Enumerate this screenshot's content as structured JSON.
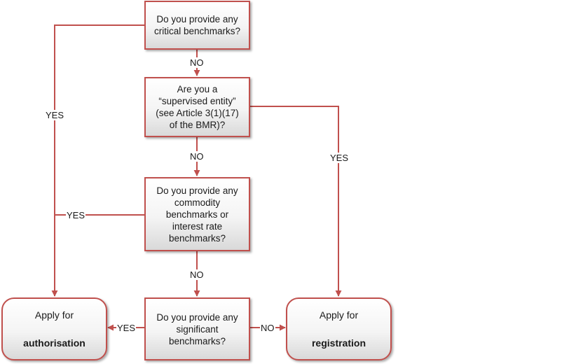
{
  "nodes": {
    "q_critical": "Do you provide any\ncritical benchmarks?",
    "q_supervised": "Are you a\n“supervised entity”\n(see Article 3(1)(17)\nof the BMR)?",
    "q_commodity": "Do you provide any\ncommodity\nbenchmarks or\ninterest rate\nbenchmarks?",
    "q_significant": "Do you provide any\nsignificant\nbenchmarks?",
    "out_authorisation": {
      "line1": "Apply for",
      "line2": "authorisation"
    },
    "out_registration": {
      "line1": "Apply for",
      "line2": "registration"
    }
  },
  "edges": {
    "critical_no": "NO",
    "critical_yes": "YES",
    "supervised_no": "NO",
    "supervised_yes": "YES",
    "commodity_yes": "YES",
    "commodity_no": "NO",
    "significant_yes": "YES",
    "significant_no": "NO"
  },
  "colors": {
    "line": "#c0504d",
    "box_border": "#c0504d"
  }
}
